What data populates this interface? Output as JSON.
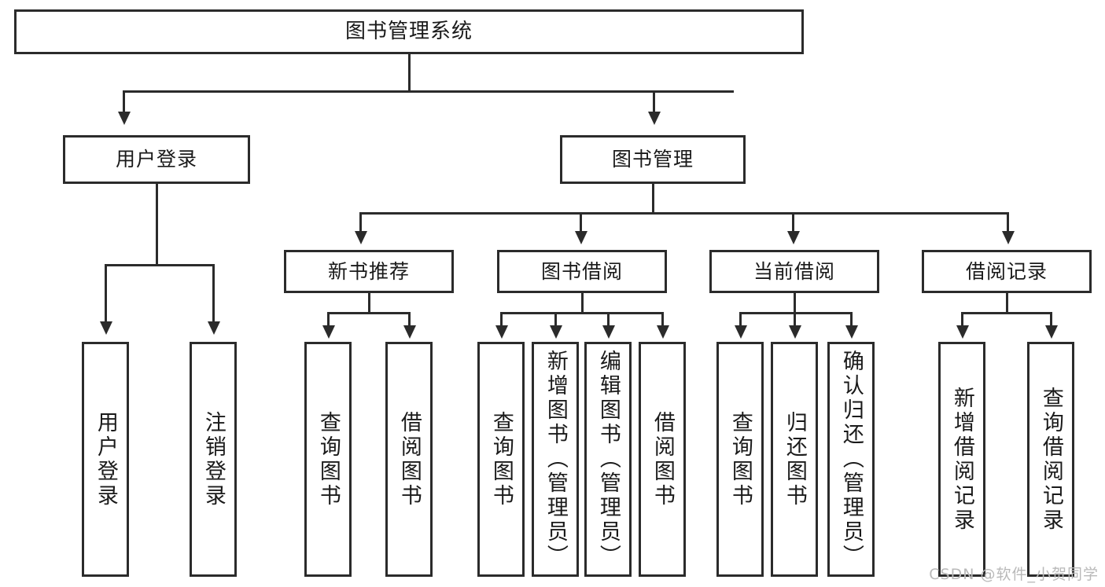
{
  "diagram": {
    "title": "图书管理系统",
    "watermark": "CSDN @软件_小贺同学",
    "colors": {
      "line": "#2b2b2b",
      "box_border": "#2b2b2b",
      "box_fill": "#ffffff",
      "text": "#1a1a1a",
      "watermark": "#b9b9b9",
      "background": "#ffffff"
    },
    "root": {
      "label": "图书管理系统"
    },
    "level2": [
      {
        "label": "用户登录"
      },
      {
        "label": "图书管理"
      }
    ],
    "level3": [
      {
        "label": "新书推荐"
      },
      {
        "label": "图书借阅"
      },
      {
        "label": "当前借阅"
      },
      {
        "label": "借阅记录"
      }
    ],
    "leaves": {
      "user_login": [
        {
          "label": "用户登录"
        },
        {
          "label": "注销登录"
        }
      ],
      "new_book_recommend": [
        {
          "label": "查询图书"
        },
        {
          "label": "借阅图书"
        }
      ],
      "book_borrow": [
        {
          "label": "查询图书"
        },
        {
          "label": "新增图书（管理员）"
        },
        {
          "label": "编辑图书（管理员）"
        },
        {
          "label": "借阅图书"
        }
      ],
      "current_borrow": [
        {
          "label": "查询图书"
        },
        {
          "label": "归还图书"
        },
        {
          "label": "确认归还（管理员）"
        }
      ],
      "borrow_record": [
        {
          "label": "新增借阅记录"
        },
        {
          "label": "查询借阅记录"
        }
      ]
    }
  }
}
